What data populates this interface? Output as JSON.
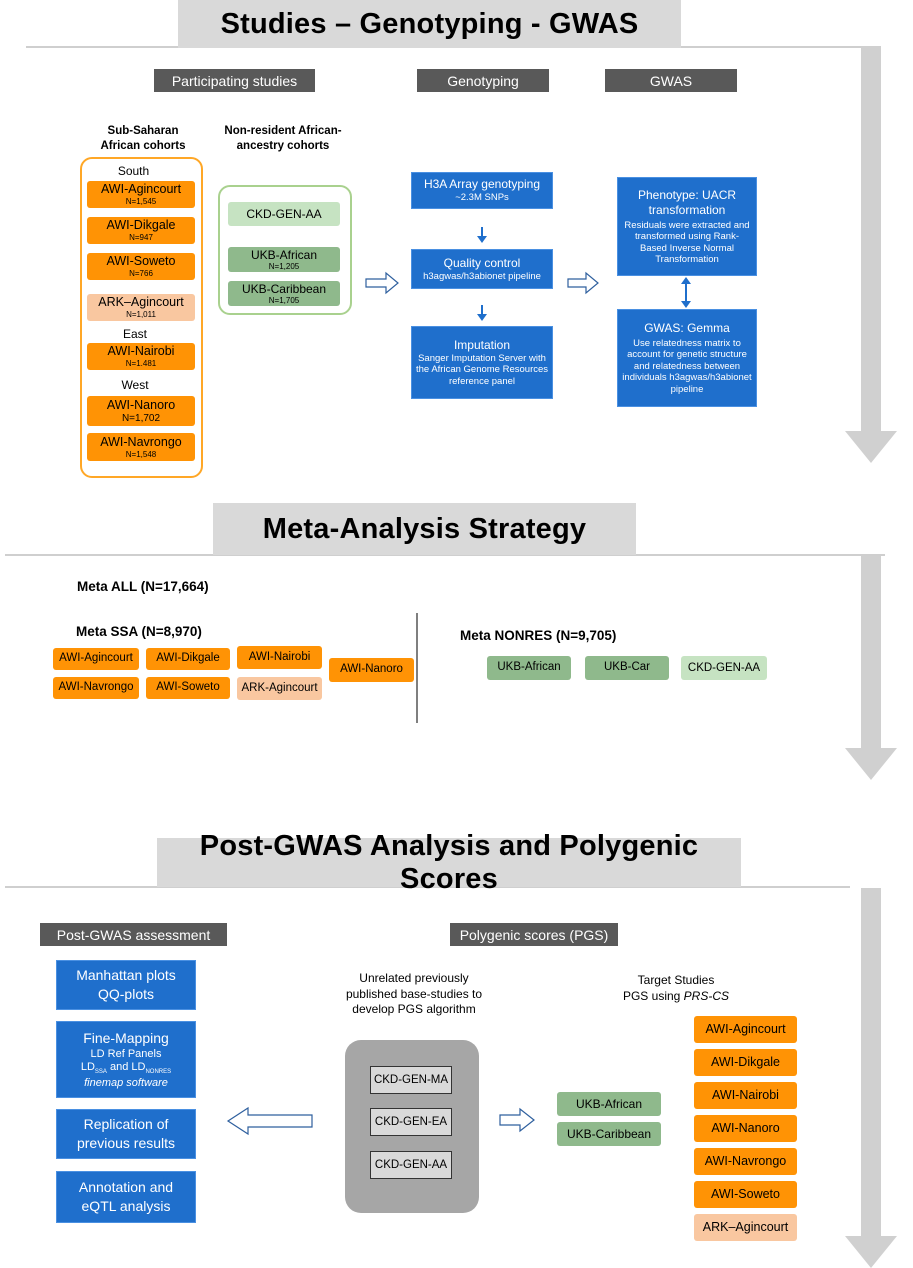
{
  "s1": {
    "title": "Studies – Genotyping - GWAS",
    "hdr_studies": "Participating studies",
    "hdr_geno": "Genotyping",
    "hdr_gwas": "GWAS",
    "ssa_label": "Sub-Saharan African cohorts",
    "nonres_label": "Non-resident African-ancestry cohorts",
    "region_south": "South",
    "region_east": "East",
    "region_west": "West",
    "ssa": [
      {
        "name": "AWI-Agincourt",
        "n": "N=1,545"
      },
      {
        "name": "AWI-Dikgale",
        "n": "N=947"
      },
      {
        "name": "AWI-Soweto",
        "n": "N=766"
      },
      {
        "name": "ARK–Agincourt",
        "n": "N=1,011"
      },
      {
        "name": "AWI-Nairobi",
        "n": "N=1.481"
      },
      {
        "name": "AWI-Nanoro",
        "n": "N=1,702"
      },
      {
        "name": "AWI-Navrongo",
        "n": "N=1,548"
      }
    ],
    "nonres": [
      {
        "name": "CKD-GEN-AA",
        "n": ""
      },
      {
        "name": "UKB-African",
        "n": "N=1,205"
      },
      {
        "name": "UKB-Caribbean",
        "n": "N=1,705"
      }
    ],
    "geno": [
      {
        "title": "H3A Array genotyping",
        "sub": "~2.3M SNPs"
      },
      {
        "title": "Quality control",
        "sub": "h3agwas/h3abionet pipeline"
      },
      {
        "title": "Imputation",
        "sub": "Sanger Imputation Server with the African Genome Resources reference panel"
      }
    ],
    "gwas": [
      {
        "title": "Phenotype: UACR transformation",
        "sub": "Residuals were extracted and transformed using Rank-Based Inverse Normal Transformation"
      },
      {
        "title": "GWAS: Gemma",
        "sub": "Use relatedness matrix to account for genetic structure and relatedness between individuals h3agwas/h3abionet pipeline"
      }
    ]
  },
  "s2": {
    "title": "Meta-Analysis Strategy",
    "meta_all": "Meta ALL (N=17,664)",
    "meta_ssa": "Meta SSA (N=8,970)",
    "meta_nonres": "Meta NONRES (N=9,705)",
    "ssa": [
      "AWI-Agincourt",
      "AWI-Dikgale",
      "AWI-Nairobi",
      "AWI-Nanoro",
      "AWI-Navrongo",
      "AWI-Soweto",
      "ARK-Agincourt"
    ],
    "nonres": [
      "UKB-African",
      "UKB-Car",
      "CKD-GEN-AA"
    ]
  },
  "s3": {
    "title": "Post-GWAS Analysis and Polygenic Scores",
    "hdr_post": "Post-GWAS assessment",
    "hdr_pgs": "Polygenic scores (PGS)",
    "post": {
      "manhattan": "Manhattan plots QQ-plots",
      "fine_title": "Fine-Mapping",
      "fine_ld": "LD Ref Panels",
      "fine_ld2": "LD",
      "fine_ld2_sub": "SSA",
      "fine_and": " and LD",
      "fine_ld3_sub": "NONRES",
      "fine_sw": "finemap software",
      "replication": "Replication of previous results",
      "annotation": "Annotation and eQTL analysis"
    },
    "base_label": "Unrelated previously published base-studies to develop PGS algorithm",
    "base": [
      "CKD-GEN-MA",
      "CKD-GEN-EA",
      "CKD-GEN-AA"
    ],
    "target_label1": "Target Studies",
    "target_label2": "PGS using ",
    "target_label2_em": "PRS-CS",
    "ukb": [
      "UKB-African",
      "UKB-Caribbean"
    ],
    "targets": [
      "AWI-Agincourt",
      "AWI-Dikgale",
      "AWI-Nairobi",
      "AWI-Nanoro",
      "AWI-Navrongo",
      "AWI-Soweto",
      "ARK–Agincourt"
    ]
  }
}
